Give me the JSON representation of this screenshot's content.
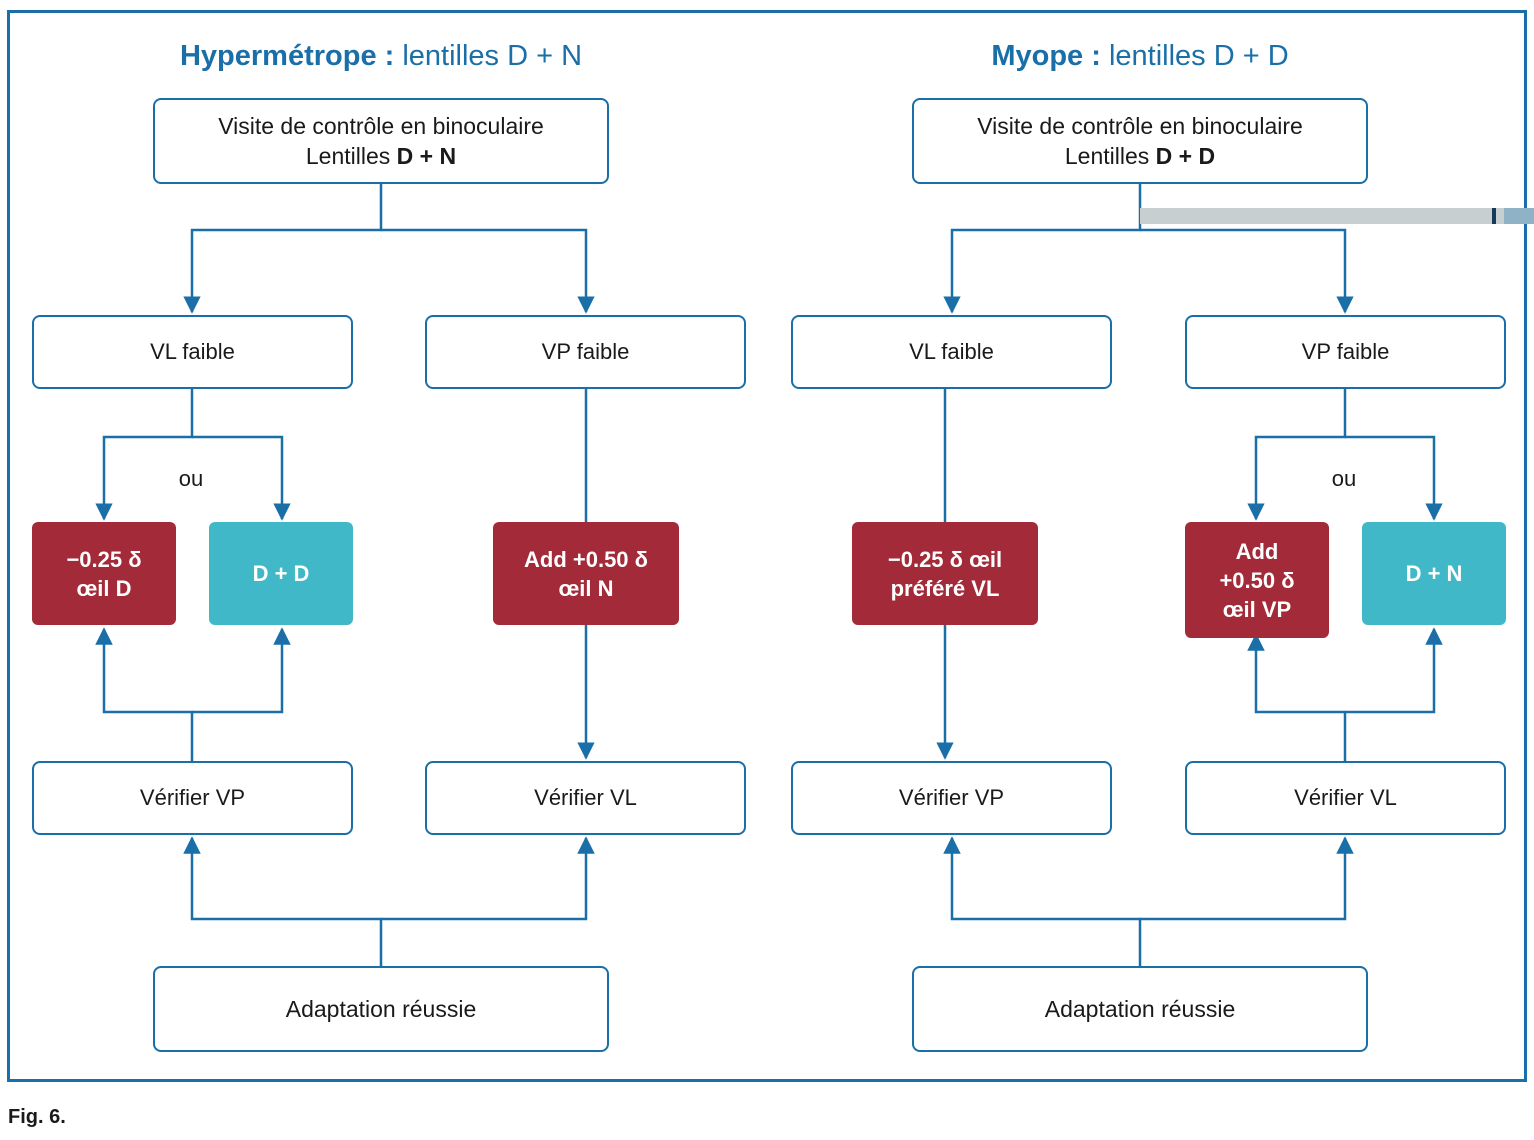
{
  "left": {
    "title_bold": "Hypermétrope :",
    "title_rest": " lentilles D + N",
    "top_box": {
      "line1": "Visite de contrôle en binoculaire",
      "line2_pre": "Lentilles ",
      "line2_bold": "D + N"
    },
    "vl_faible": "VL faible",
    "vp_faible": "VP faible",
    "ou": "ou",
    "red1": {
      "line1": "−0.25 δ",
      "line2": "œil D"
    },
    "teal1": "D + D",
    "red2": {
      "line1": "Add +0.50 δ",
      "line2": "œil N"
    },
    "verifier_vp": "Vérifier VP",
    "verifier_vl": "Vérifier VL",
    "adaptation": "Adaptation réussie"
  },
  "right": {
    "title_bold": "Myope :",
    "title_rest": " lentilles D + D",
    "top_box": {
      "line1": "Visite de contrôle en binoculaire",
      "line2_pre": "Lentilles ",
      "line2_bold": "D + D"
    },
    "vl_faible": "VL faible",
    "vp_faible": "VP faible",
    "ou": "ou",
    "red1": {
      "line1": "−0.25 δ œil",
      "line2": "préféré VL"
    },
    "red2": {
      "line1": "Add",
      "line2": "+0.50 δ",
      "line3": "œil VP"
    },
    "teal1": "D + N",
    "verifier_vp": "Vérifier VP",
    "verifier_vl": "Vérifier VL",
    "adaptation": "Adaptation réussie"
  },
  "caption": "Fig. 6.",
  "colors": {
    "blue": "#1a6fa8",
    "red": "#a32a38",
    "teal": "#40b8c8"
  }
}
